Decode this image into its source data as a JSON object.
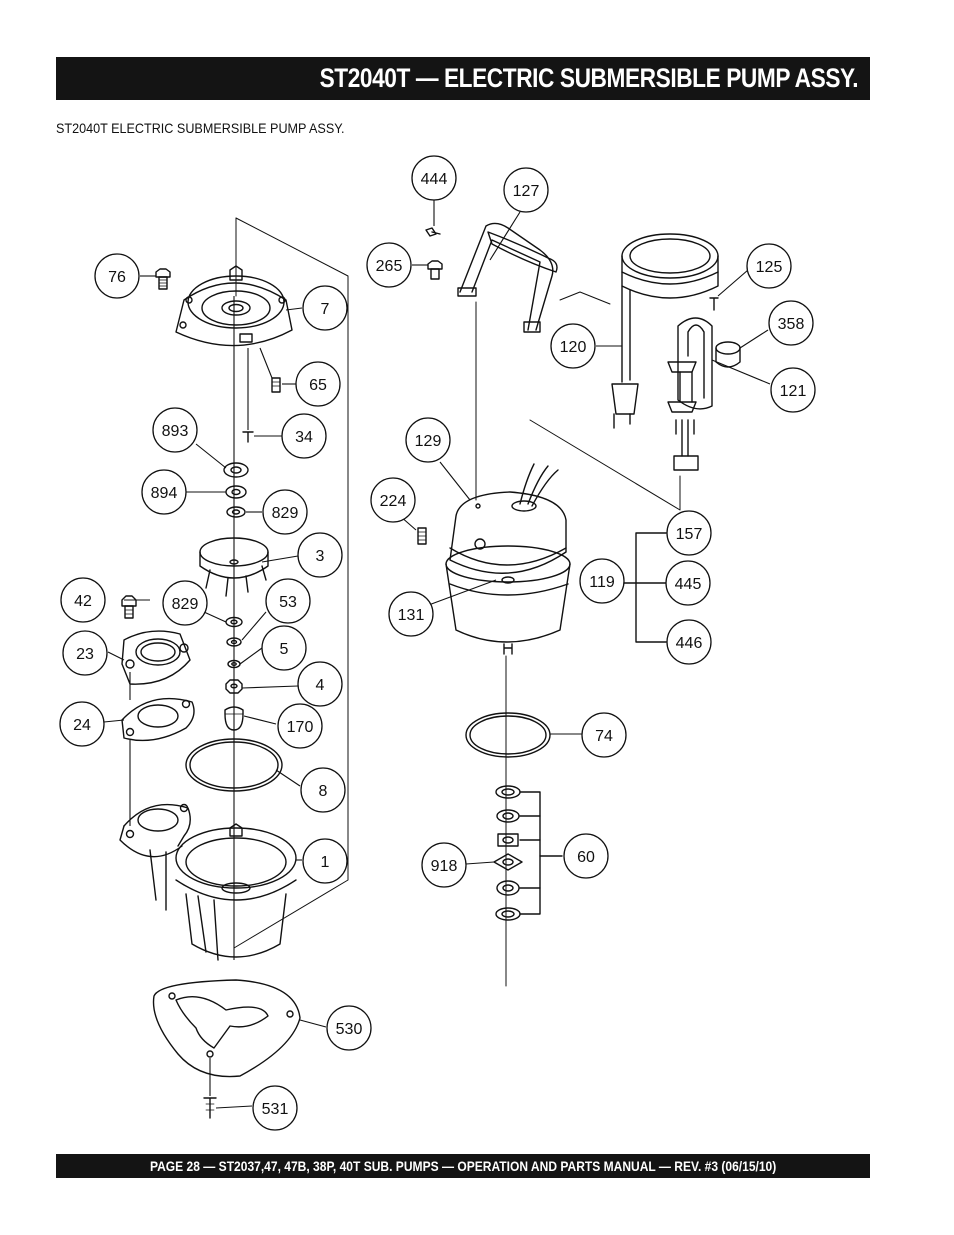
{
  "header": {
    "title": "ST2040T — ELECTRIC SUBMERSIBLE PUMP ASSY."
  },
  "subtitle": "ST2040T ELECTRIC SUBMERSIBLE PUMP ASSY.",
  "footer": {
    "text": "PAGE 28 — ST2037,47, 47B, 38P, 40T  SUB. PUMPS  — OPERATION AND PARTS MANUAL — REV. #3 (06/15/10)"
  },
  "callouts": [
    {
      "id": "c444",
      "label": "444"
    },
    {
      "id": "c127",
      "label": "127"
    },
    {
      "id": "c76",
      "label": "76"
    },
    {
      "id": "c265",
      "label": "265"
    },
    {
      "id": "c125",
      "label": "125"
    },
    {
      "id": "c7",
      "label": "7"
    },
    {
      "id": "c358",
      "label": "358"
    },
    {
      "id": "c120",
      "label": "120"
    },
    {
      "id": "c65",
      "label": "65"
    },
    {
      "id": "c121",
      "label": "121"
    },
    {
      "id": "c893",
      "label": "893"
    },
    {
      "id": "c34",
      "label": "34"
    },
    {
      "id": "c129",
      "label": "129"
    },
    {
      "id": "c894",
      "label": "894"
    },
    {
      "id": "c224",
      "label": "224"
    },
    {
      "id": "c829a",
      "label": "829"
    },
    {
      "id": "c157",
      "label": "157"
    },
    {
      "id": "c3",
      "label": "3"
    },
    {
      "id": "c119",
      "label": "119"
    },
    {
      "id": "c445",
      "label": "445"
    },
    {
      "id": "c42",
      "label": "42"
    },
    {
      "id": "c829b",
      "label": "829"
    },
    {
      "id": "c53",
      "label": "53"
    },
    {
      "id": "c131",
      "label": "131"
    },
    {
      "id": "c446",
      "label": "446"
    },
    {
      "id": "c23",
      "label": "23"
    },
    {
      "id": "c5",
      "label": "5"
    },
    {
      "id": "c4",
      "label": "4"
    },
    {
      "id": "c24",
      "label": "24"
    },
    {
      "id": "c170",
      "label": "170"
    },
    {
      "id": "c74",
      "label": "74"
    },
    {
      "id": "c8",
      "label": "8"
    },
    {
      "id": "c60",
      "label": "60"
    },
    {
      "id": "c1",
      "label": "1"
    },
    {
      "id": "c918",
      "label": "918"
    },
    {
      "id": "c530",
      "label": "530"
    },
    {
      "id": "c531",
      "label": "531"
    }
  ]
}
